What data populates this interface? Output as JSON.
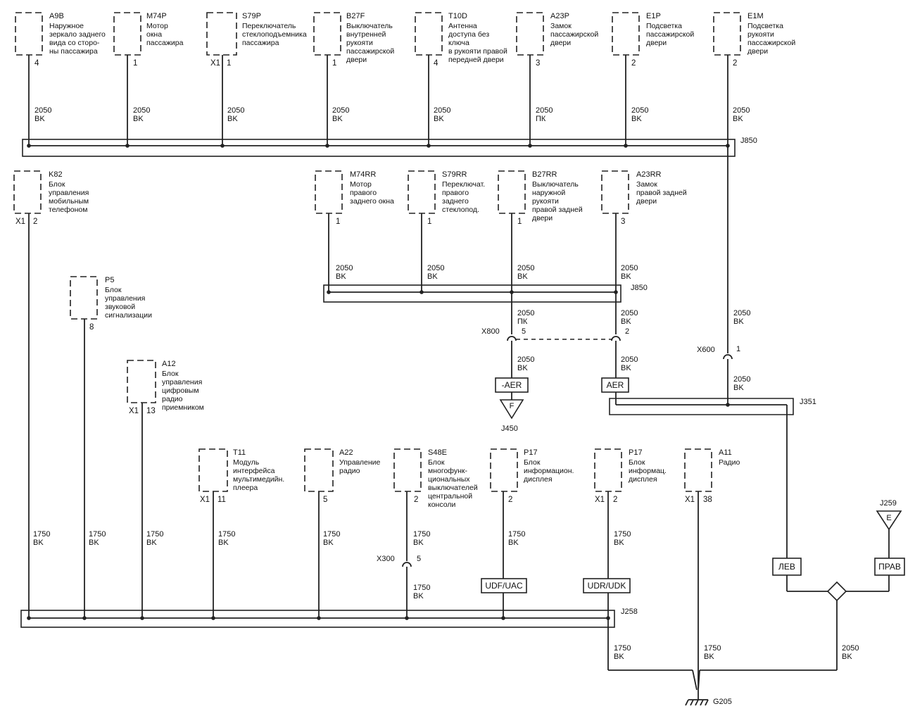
{
  "components": {
    "a9b": {
      "id": "A9B",
      "name": [
        "Наружное",
        "зеркало заднего",
        "вида со сторо-",
        "ны пассажира"
      ],
      "pin": "4"
    },
    "m74p": {
      "id": "M74P",
      "name": [
        "Мотор",
        "окна",
        "пассажира"
      ],
      "pin": "1"
    },
    "s79p": {
      "id": "S79P",
      "name": [
        "Переключатель",
        "стеклоподъемника",
        "пассажира"
      ],
      "pin": "1",
      "conn": "X1"
    },
    "b27f": {
      "id": "B27F",
      "name": [
        "Выключатель",
        "внутренней",
        "рукояти",
        "пассажирской",
        "двери"
      ],
      "pin": "1"
    },
    "t10d": {
      "id": "T10D",
      "name": [
        "Антенна",
        "доступа без",
        "ключа",
        "в рукояти правой",
        "передней двери"
      ],
      "pin": "4"
    },
    "a23p": {
      "id": "A23P",
      "name": [
        "Замок",
        "пассажирской",
        "двери"
      ],
      "pin": "3"
    },
    "e1p": {
      "id": "E1P",
      "name": [
        "Подсветка",
        "пассажирской",
        "двери"
      ],
      "pin": "2"
    },
    "e1m": {
      "id": "E1M",
      "name": [
        "Подсветка",
        "рукояти",
        "пассажирской",
        "двери"
      ],
      "pin": "2"
    },
    "k82": {
      "id": "K82",
      "name": [
        "Блок",
        "управления",
        "мобильным",
        "телефоном"
      ],
      "pin": "2",
      "conn": "X1"
    },
    "m74rr": {
      "id": "M74RR",
      "name": [
        "Мотор",
        "правого",
        "заднего окна"
      ],
      "pin": "1"
    },
    "s79rr": {
      "id": "S79RR",
      "name": [
        "Переключат.",
        "правого",
        "заднего",
        "стеклопод."
      ],
      "pin": "1"
    },
    "b27rr": {
      "id": "B27RR",
      "name": [
        "Выключатель",
        "наружной",
        "рукояти",
        "правой задней",
        "двери"
      ],
      "pin": "1"
    },
    "a23rr": {
      "id": "A23RR",
      "name": [
        "Замок",
        "правой задней",
        "двери"
      ],
      "pin": "3"
    },
    "p5": {
      "id": "P5",
      "name": [
        "Блок",
        "управления",
        "звуковой",
        "сигнализации"
      ],
      "pin": "8"
    },
    "a12": {
      "id": "A12",
      "name": [
        "Блок",
        "управления",
        "цифровым",
        "радио",
        "приемником"
      ],
      "pin": "13",
      "conn": "X1"
    },
    "t11": {
      "id": "T11",
      "name": [
        "Модуль",
        "интерфейса",
        "мультимедийн.",
        "плеера"
      ],
      "pin": "11",
      "conn": "X1"
    },
    "a22": {
      "id": "A22",
      "name": [
        "Управление",
        "радио"
      ],
      "pin": "5"
    },
    "s48e": {
      "id": "S48E",
      "name": [
        "Блок",
        "многофунк-",
        "циональных",
        "выключателей",
        "центральной",
        "консоли"
      ],
      "pin": "2"
    },
    "p17a": {
      "id": "P17",
      "name": [
        "Блок",
        "информацион.",
        "дисплея"
      ],
      "pin": "2"
    },
    "p17b": {
      "id": "P17",
      "name": [
        "Блок",
        "информац.",
        "дисплея"
      ],
      "pin": "2",
      "conn": "X1"
    },
    "a11": {
      "id": "A11",
      "name": [
        "Радио"
      ],
      "pin": "38",
      "conn": "X1"
    }
  },
  "wire_labels": {
    "w2050bk": [
      "2050",
      "BK"
    ],
    "w2050pk": [
      "2050",
      "ПК"
    ],
    "w1750bk": [
      "1750",
      "BK"
    ]
  },
  "splices": {
    "j850_top": "J850",
    "j850_mid": "J850",
    "j351": "J351",
    "j258": "J258",
    "j450": "J450",
    "j259": "J259"
  },
  "connectors": {
    "x800": "X800",
    "x800_pin_a": "5",
    "x800_pin_b": "2",
    "x600": "X600",
    "x600_pin": "1",
    "x300": "X300",
    "x300_pin": "5"
  },
  "option_boxes": {
    "no_aer": "-AER",
    "aer": "AER",
    "udf_uac": "UDF/UAC",
    "udr_udk": "UDR/UDK",
    "lev": "ЛЕВ",
    "prav": "ПРАВ"
  },
  "offpage": {
    "f": "F",
    "e": "E"
  },
  "ground": "G205"
}
